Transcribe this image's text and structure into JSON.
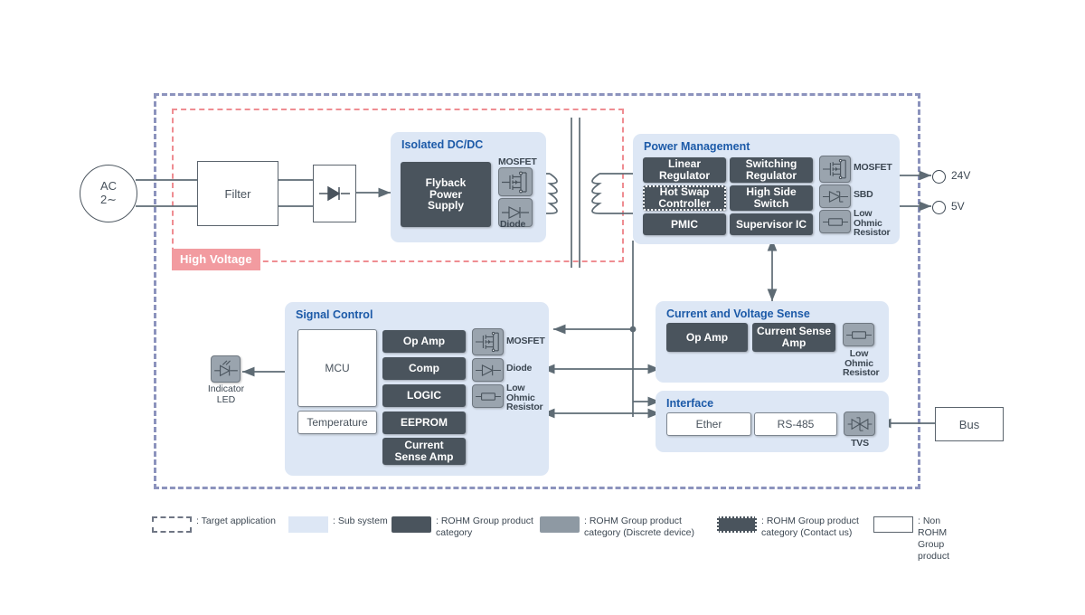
{
  "diagram": {
    "frames": {
      "target_application": "Target application",
      "high_voltage_label": "High Voltage"
    },
    "source": {
      "line1": "AC",
      "line2": "2∼"
    },
    "input_chain": [
      {
        "name": "filter",
        "label": "Filter"
      },
      {
        "name": "rectifier",
        "label": "",
        "icon": "diode-icon"
      }
    ],
    "sections": {
      "isolated_dcdc": {
        "title": "Isolated DC/DC",
        "blocks": [
          {
            "label": "Flyback\nPower\nSupply",
            "kind": "rohm-category"
          }
        ],
        "discretes": [
          {
            "label": "MOSFET",
            "icon": "mosfet-icon",
            "label_pos": "above"
          },
          {
            "label": "Diode",
            "icon": "diode-icon",
            "label_pos": "below"
          }
        ]
      },
      "power_management": {
        "title": "Power Management",
        "blocks": [
          {
            "label": "Linear\nRegulator",
            "kind": "rohm-category"
          },
          {
            "label": "Switching\nRegulator",
            "kind": "rohm-category"
          },
          {
            "label": "Hot Swap\nController",
            "kind": "rohm-category-contact"
          },
          {
            "label": "High Side\nSwitch",
            "kind": "rohm-category"
          },
          {
            "label": "PMIC",
            "kind": "rohm-category"
          },
          {
            "label": "Supervisor IC",
            "kind": "rohm-category"
          }
        ],
        "discretes": [
          {
            "label": "MOSFET",
            "icon": "mosfet-icon"
          },
          {
            "label": "SBD",
            "icon": "sbd-icon"
          },
          {
            "label": "Low\nOhmic\nResistor",
            "icon": "resistor-icon"
          }
        ]
      },
      "signal_control": {
        "title": "Signal Control",
        "blocks": [
          {
            "label": "MCU",
            "kind": "non-rohm"
          },
          {
            "label": "Temperature",
            "kind": "non-rohm"
          },
          {
            "label": "Op Amp",
            "kind": "rohm-category"
          },
          {
            "label": "Comp",
            "kind": "rohm-category"
          },
          {
            "label": "LOGIC",
            "kind": "rohm-category"
          },
          {
            "label": "EEPROM",
            "kind": "rohm-category"
          },
          {
            "label": "Current\nSense Amp",
            "kind": "rohm-category"
          }
        ],
        "discretes": [
          {
            "label": "MOSFET",
            "icon": "mosfet-icon"
          },
          {
            "label": "Diode",
            "icon": "diode-icon"
          },
          {
            "label": "Low\nOhmic\nResistor",
            "icon": "resistor-icon"
          }
        ]
      },
      "current_voltage_sense": {
        "title": "Current and Voltage Sense",
        "blocks": [
          {
            "label": "Op Amp",
            "kind": "rohm-category"
          },
          {
            "label": "Current Sense\nAmp",
            "kind": "rohm-category"
          }
        ],
        "discretes": [
          {
            "label": "Low\nOhmic\nResistor",
            "icon": "resistor-icon"
          }
        ]
      },
      "interface": {
        "title": "Interface",
        "blocks": [
          {
            "label": "Ether",
            "kind": "non-rohm"
          },
          {
            "label": "RS-485",
            "kind": "non-rohm"
          }
        ],
        "discretes": [
          {
            "label": "TVS",
            "icon": "tvs-icon"
          }
        ]
      }
    },
    "peripherals": {
      "indicator_led": {
        "label": "Indicator\nLED",
        "icon": "led-icon"
      },
      "bus": {
        "label": "Bus"
      }
    },
    "outputs": [
      {
        "label": "24V"
      },
      {
        "label": "5V"
      }
    ],
    "legend": [
      {
        "swatch": "target",
        "text": ": Target application"
      },
      {
        "swatch": "sub",
        "text": ": Sub system"
      },
      {
        "swatch": "cat",
        "text": ": ROHM Group product\n  category"
      },
      {
        "swatch": "disc",
        "text": ": ROHM Group product\n  category (Discrete device)"
      },
      {
        "swatch": "contact",
        "text": ": ROHM Group product\n  category (Contact us)"
      },
      {
        "swatch": "non",
        "text": ": Non ROHM Group\n  product"
      }
    ],
    "colors": {
      "target_frame": "#8c93bd",
      "high_voltage_frame": "#ef8d92",
      "high_voltage_fill": "#f29ba0",
      "subsystem_fill": "#dde7f5",
      "section_title": "#1c5aa8",
      "rohm_category": "#4a545d",
      "discrete": "#9aa4ae",
      "wire": "#5e6b74"
    }
  }
}
